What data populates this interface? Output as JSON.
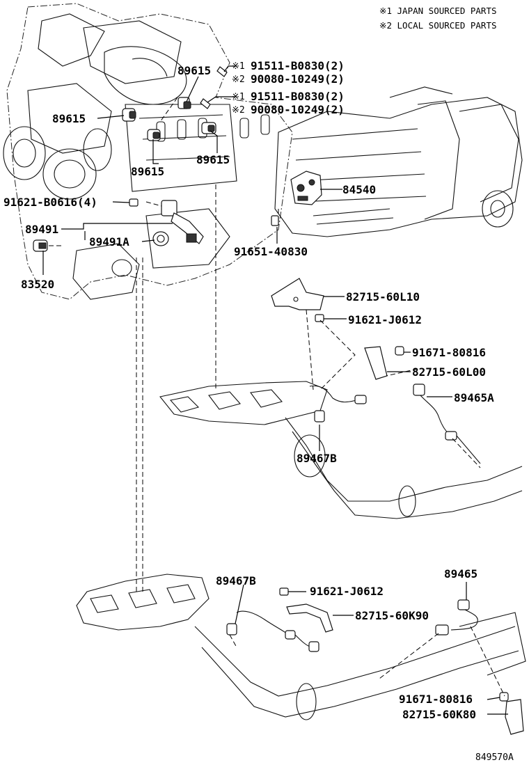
{
  "legend": {
    "note1": "※1 JAPAN SOURCED PARTS",
    "note2": "※2 LOCAL SOURCED PARTS"
  },
  "callouts": {
    "part_89615_a": "89615",
    "part_89615_b": "89615",
    "part_89615_c": "89615",
    "part_89615_d": "89615",
    "bolt1_mark1": "※1",
    "bolt1_jp": "91511-B0830(2)",
    "bolt1_mark2": "※2",
    "bolt1_local": "90080-10249(2)",
    "bolt2_mark1": "※1",
    "bolt2_jp": "91511-B0830(2)",
    "bolt2_mark2": "※2",
    "bolt2_local": "90080-10249(2)",
    "part_84540": "84540",
    "part_91621_b0616": "91621-B0616(4)",
    "part_89491": "89491",
    "part_89491a": "89491A",
    "part_83520": "83520",
    "part_91651": "91651-40830",
    "part_82715_60l10": "82715-60L10",
    "part_91621_j0612_a": "91621-J0612",
    "part_91671_a": "91671-80816",
    "part_82715_60l00": "82715-60L00",
    "part_89465a": "89465A",
    "part_89467b_a": "89467B",
    "part_89467b_b": "89467B",
    "part_91621_j0612_b": "91621-J0612",
    "part_89465": "89465",
    "part_82715_60k90": "82715-60K90",
    "part_91671_b": "91671-80816",
    "part_82715_60k80": "82715-60K80"
  },
  "figure_id": "849570A"
}
